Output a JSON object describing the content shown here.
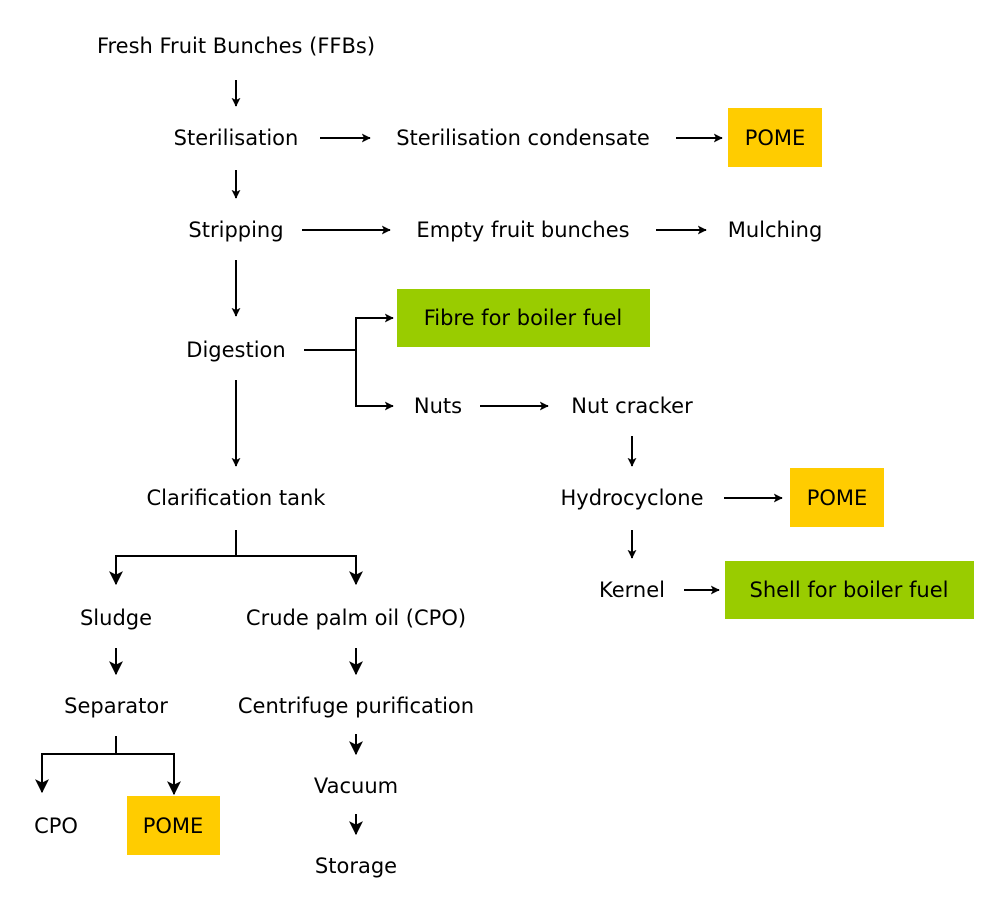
{
  "colors": {
    "pome": "#ffcc00",
    "fuel": "#99cc00"
  },
  "nodes": {
    "ffb": "Fresh Fruit Bunches (FFBs)",
    "sterilisation": "Sterilisation",
    "sterilisation_condensate": "Sterilisation condensate",
    "pome_1": "POME",
    "stripping": "Stripping",
    "empty_fruit_bunches": "Empty fruit bunches",
    "mulching": "Mulching",
    "fibre": "Fibre for boiler fuel",
    "digestion": "Digestion",
    "nuts": "Nuts",
    "nut_cracker": "Nut cracker",
    "clarification_tank": "Clarification tank",
    "hydrocyclone": "Hydrocyclone",
    "pome_2": "POME",
    "kernel": "Kernel",
    "shell": "Shell for boiler fuel",
    "sludge": "Sludge",
    "crude_palm_oil": "Crude palm oil (CPO)",
    "separator": "Separator",
    "centrifuge": "Centrifuge purification",
    "vacuum": "Vacuum",
    "cpo": "CPO",
    "pome_3": "POME",
    "storage": "Storage"
  }
}
